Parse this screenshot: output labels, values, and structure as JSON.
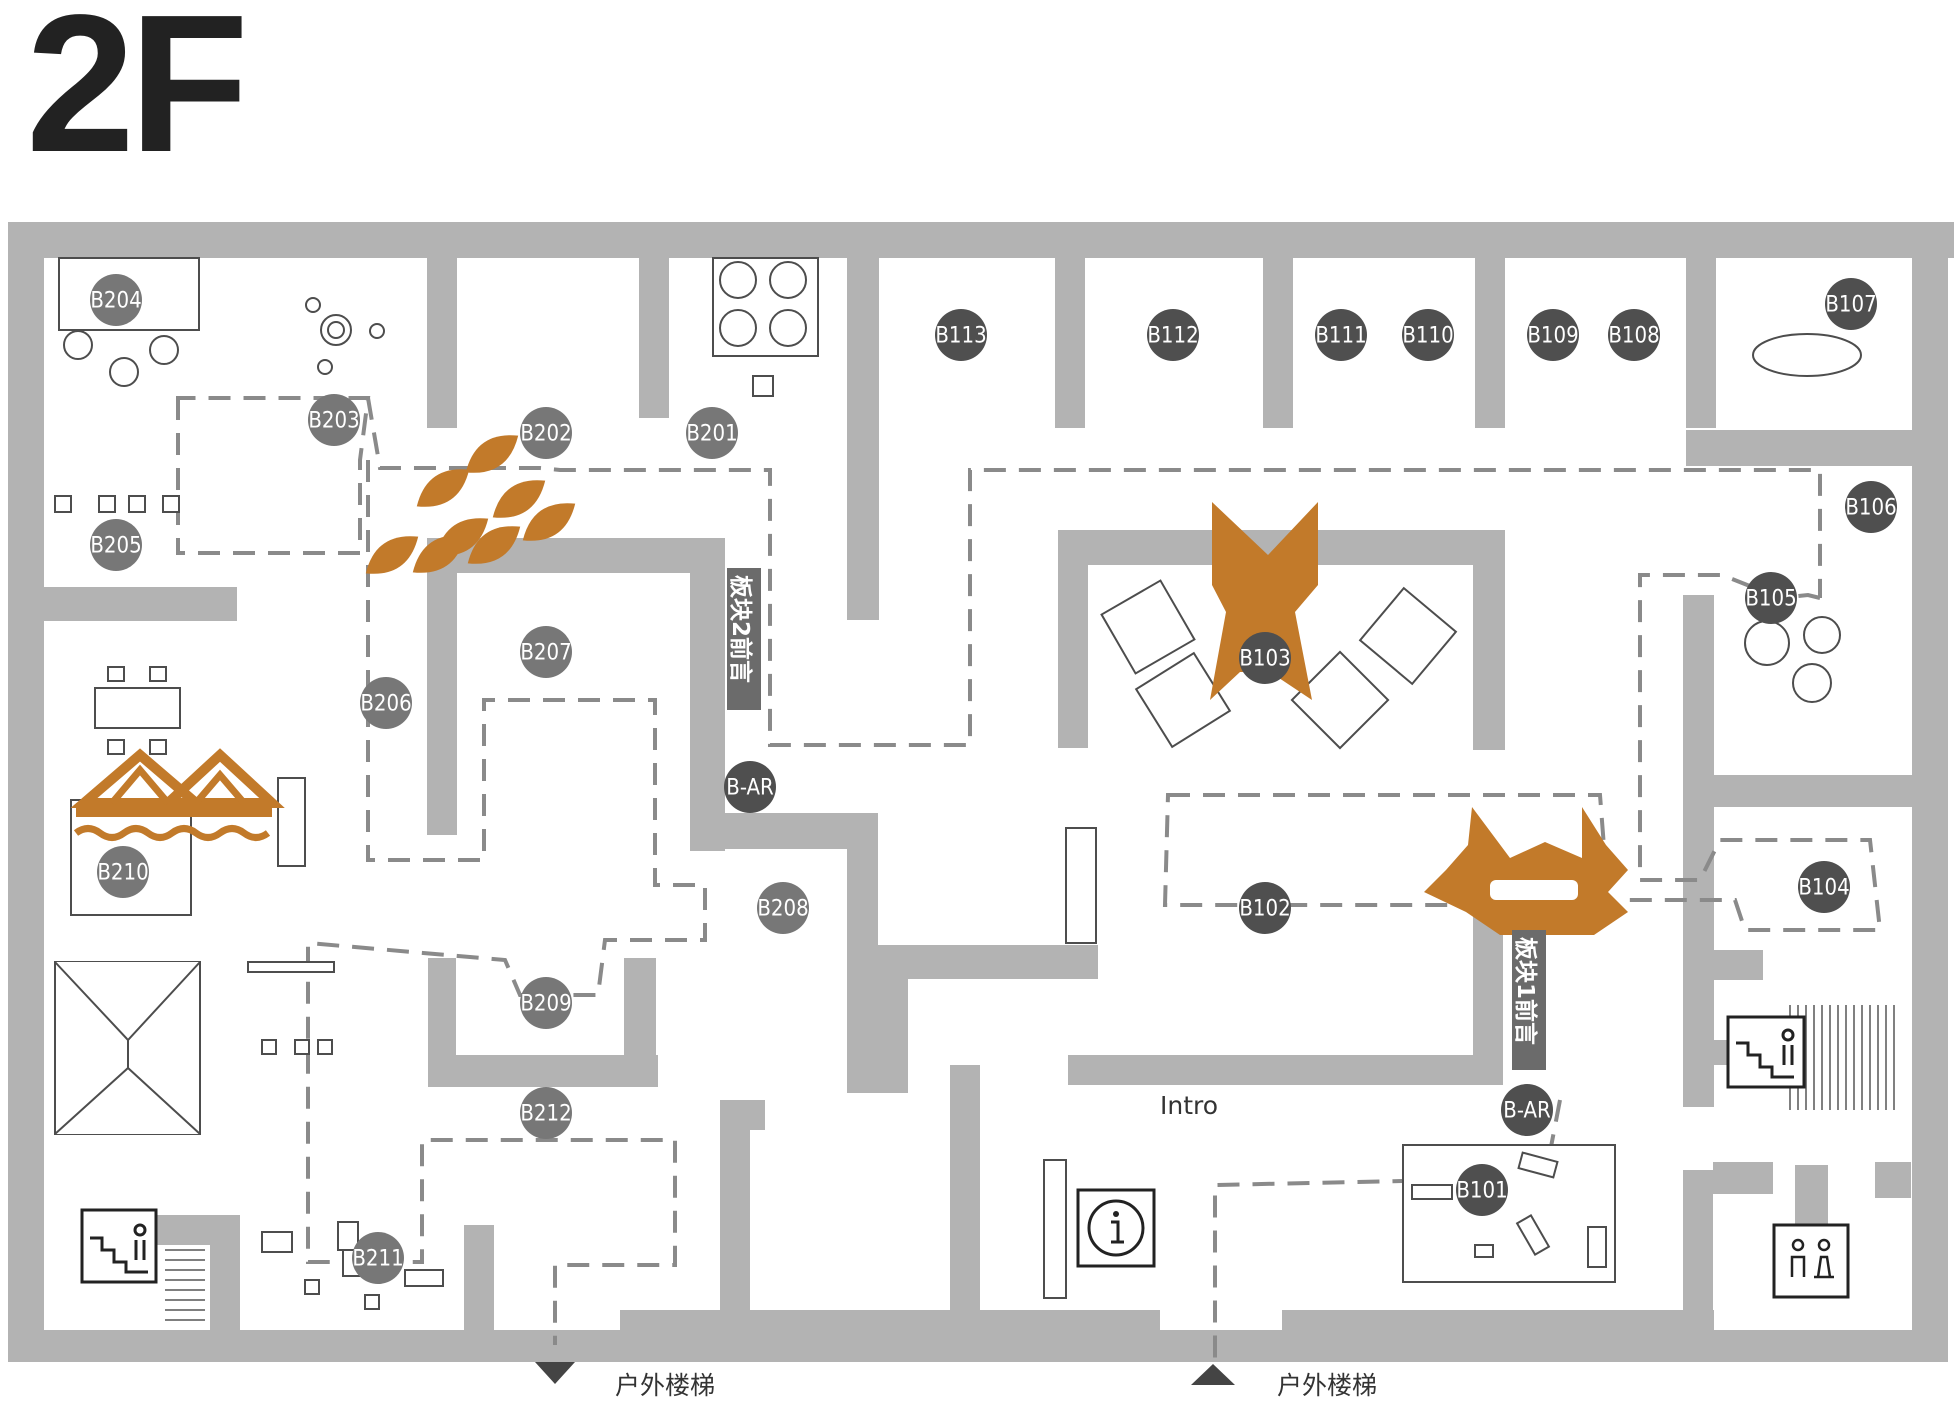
{
  "floor": "2F",
  "labels": {
    "intro": "Intro",
    "section1_preface": "板块1前言",
    "section2_preface": "板块2前言",
    "stairs_left": "户外楼梯",
    "stairs_right": "户外楼梯"
  },
  "markers": [
    {
      "id": "B204",
      "style": "grey"
    },
    {
      "id": "B203",
      "style": "grey"
    },
    {
      "id": "B202",
      "style": "grey"
    },
    {
      "id": "B201",
      "style": "grey"
    },
    {
      "id": "B205",
      "style": "grey"
    },
    {
      "id": "B206",
      "style": "grey"
    },
    {
      "id": "B207",
      "style": "grey"
    },
    {
      "id": "B208",
      "style": "grey"
    },
    {
      "id": "B209",
      "style": "grey"
    },
    {
      "id": "B210",
      "style": "grey"
    },
    {
      "id": "B211",
      "style": "grey"
    },
    {
      "id": "B212",
      "style": "grey"
    },
    {
      "id": "B-AR",
      "style": "dark"
    },
    {
      "id": "B113",
      "style": "dark"
    },
    {
      "id": "B112",
      "style": "dark"
    },
    {
      "id": "B111",
      "style": "dark"
    },
    {
      "id": "B110",
      "style": "dark"
    },
    {
      "id": "B109",
      "style": "dark"
    },
    {
      "id": "B108",
      "style": "dark"
    },
    {
      "id": "B107",
      "style": "dark"
    },
    {
      "id": "B106",
      "style": "dark"
    },
    {
      "id": "B105",
      "style": "dark"
    },
    {
      "id": "B104",
      "style": "dark"
    },
    {
      "id": "B103",
      "style": "dark"
    },
    {
      "id": "B102",
      "style": "dark"
    },
    {
      "id": "B101",
      "style": "dark"
    },
    {
      "id": "B-AR",
      "style": "dark"
    }
  ],
  "icons": [
    "stairs-icon",
    "stairs-icon",
    "info-icon",
    "restroom-icon",
    "arrow-down-icon",
    "arrow-up-icon"
  ],
  "colors": {
    "wall": "#b3b3b3",
    "route": "#8a8a8a",
    "accent": "#c27a2a",
    "marker_grey": "#777777",
    "marker_dark": "#4f4f4f"
  }
}
